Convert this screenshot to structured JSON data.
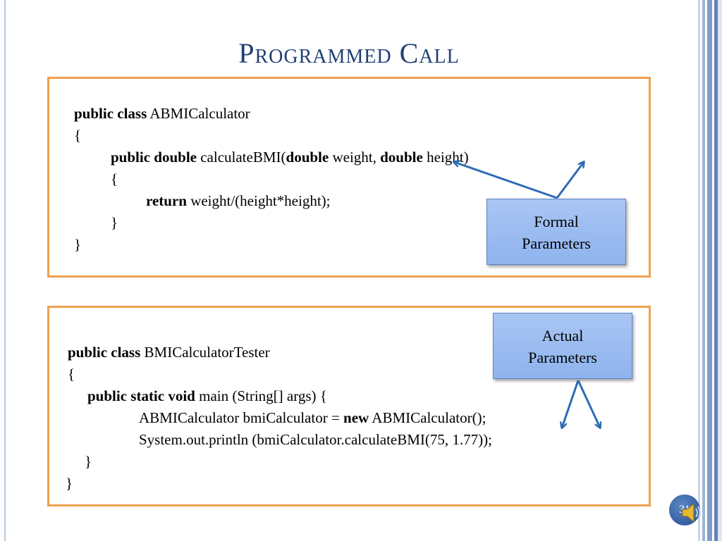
{
  "slide": {
    "title": "Programmed Call",
    "number": "31"
  },
  "top_code": {
    "line1_kw": "public class",
    "line1_rest": " ABMICalculator",
    "line2": "{",
    "line3_kw1": "public double",
    "line3_t1": " calculateBMI(",
    "line3_kw2": "double",
    "line3_t2": " weight, ",
    "line3_kw3": "double",
    "line3_t3": " height)",
    "line4": "{",
    "line5_kw": "return",
    "line5_rest": " weight/(height*height);",
    "line6": "}",
    "line7": "}"
  },
  "bottom_code": {
    "line1_kw": "public class",
    "line1_rest": " BMICalculatorTester",
    "line2": "{",
    "line3_kw": "public static void",
    "line3_rest": " main (String[] args) {",
    "line4_t1": "ABMICalculator bmiCalculator = ",
    "line4_kw": "new",
    "line4_t2": " ABMICalculator();",
    "line5": "System.out.println (bmiCalculator.calculateBMI(75, 1.77));",
    "line6": "}",
    "line7": "}"
  },
  "callouts": {
    "formal_line1": "Formal",
    "formal_line2": "Parameters",
    "actual_line1": "Actual",
    "actual_line2": "Parameters"
  },
  "colors": {
    "title": "#1f3f73",
    "box_border": "#f0a050",
    "arrow": "#2e6bb5",
    "callout_fill": "#a9c6f4"
  },
  "icons": {
    "speaker": "speaker-icon"
  }
}
